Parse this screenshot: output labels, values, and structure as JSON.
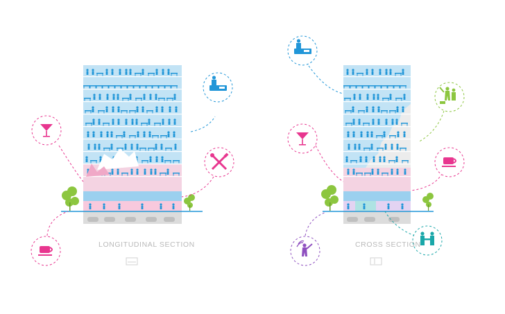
{
  "sections": [
    {
      "id": "longitudinal",
      "label": "LONGITUDINAL SECTION"
    },
    {
      "id": "cross",
      "label": "CROSS SECTION"
    }
  ],
  "colors": {
    "blue": "#2196d8",
    "light_blue": "#c2e3f5",
    "pink": "#e8368f",
    "light_pink": "#f8c9dd",
    "green": "#8cc63f",
    "purple": "#8e4fbf",
    "teal": "#19a7a9",
    "grey": "#d7d7d7",
    "caption": "#b9b9b9"
  },
  "icons": {
    "longitudinal": [
      "cocktail-glass-icon",
      "coffee-cup-icon",
      "office-desk-icon",
      "fork-knife-icon"
    ],
    "cross": [
      "office-desk-icon",
      "cocktail-glass-icon",
      "coffee-cup-icon",
      "dog-walking-icon",
      "handshake-icon",
      "performer-icon"
    ]
  }
}
